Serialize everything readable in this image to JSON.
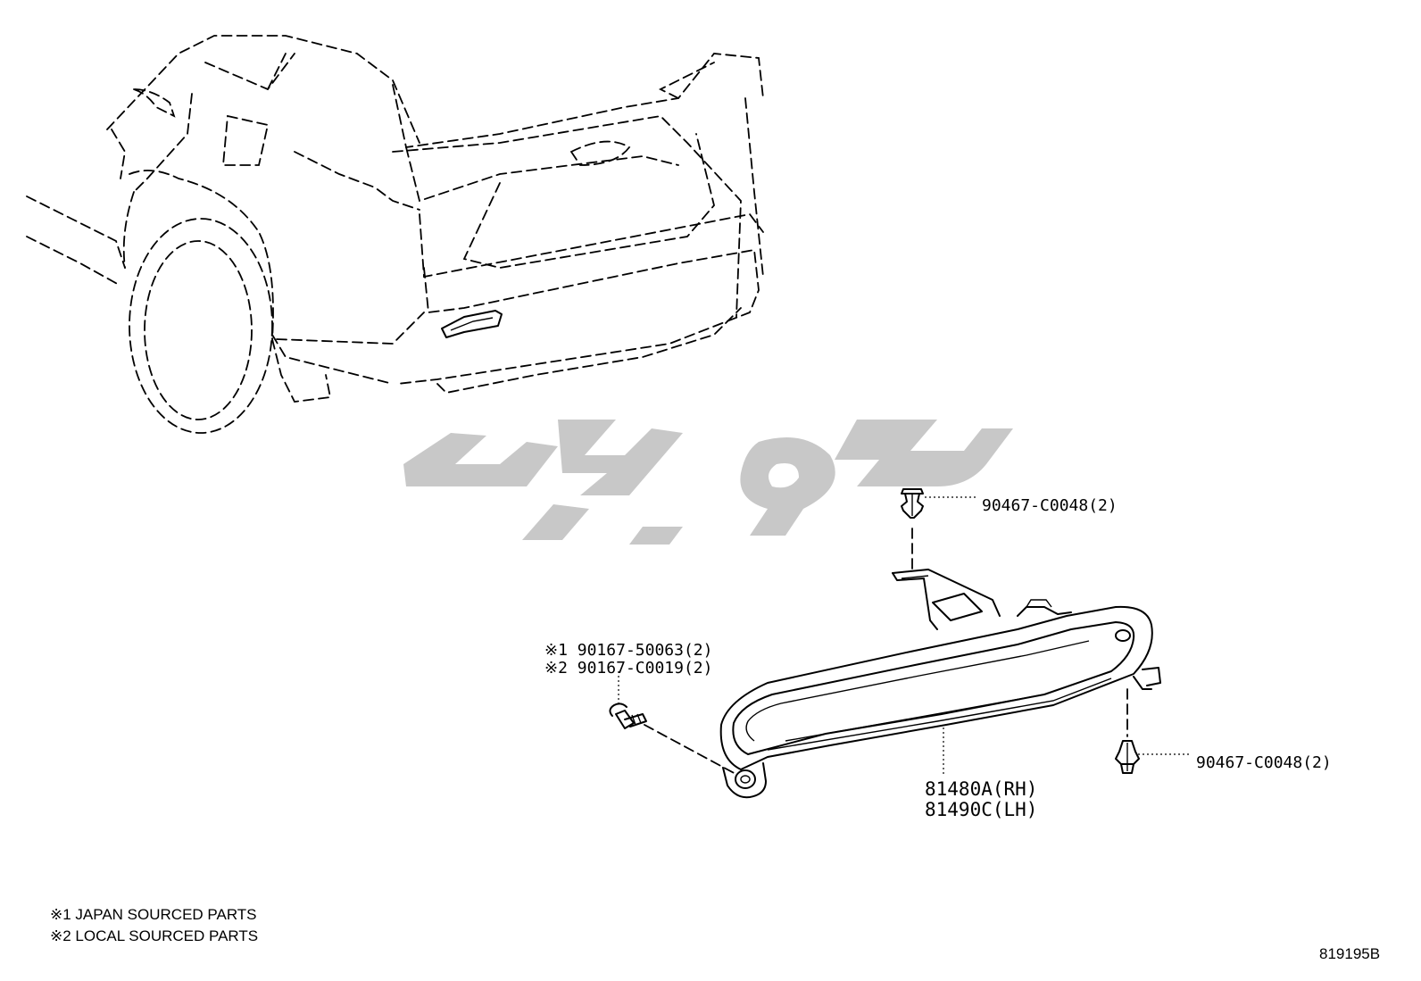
{
  "labels": {
    "clip_top": "90467-C0048(2)",
    "clip_bottom": "90467-C0048(2)",
    "bolt_japan": "※1 90167-50063(2)",
    "bolt_local": "※2 90167-C0019(2)",
    "reflector_rh": "81480A(RH)",
    "reflector_lh": "81490C(LH)"
  },
  "notes": {
    "japan": "※1 JAPAN SOURCED PARTS",
    "local": "※2 LOCAL SOURCED PARTS"
  },
  "figure_number": "819195B",
  "colors": {
    "ink": "#000000",
    "watermark": "#c8c8c8"
  }
}
